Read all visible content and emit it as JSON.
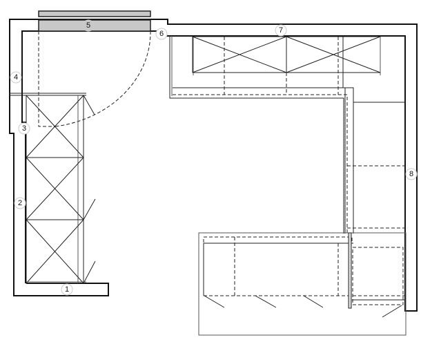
{
  "labels": {
    "l1": "1",
    "l2": "2",
    "l3": "3",
    "l4": "4",
    "l5": "5",
    "l6": "6",
    "l7": "7",
    "l8": "8"
  },
  "colors": {
    "line": "#111111",
    "window_fill": "#c8c8c8"
  }
}
